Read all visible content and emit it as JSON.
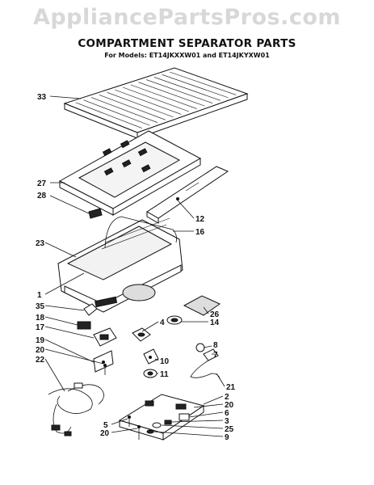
{
  "watermark": "AppliancePartsPros.com",
  "title": "COMPARTMENT SEPARATOR PARTS",
  "subtitle": "For Models: ET14JKXXW01 and ET14JKYXW01",
  "callouts": [
    {
      "id": "c33",
      "label": "33"
    },
    {
      "id": "c27",
      "label": "27"
    },
    {
      "id": "c28",
      "label": "28"
    },
    {
      "id": "c12",
      "label": "12"
    },
    {
      "id": "c16",
      "label": "16"
    },
    {
      "id": "c23",
      "label": "23"
    },
    {
      "id": "c1",
      "label": "1"
    },
    {
      "id": "c35",
      "label": "35"
    },
    {
      "id": "c18",
      "label": "18"
    },
    {
      "id": "c17",
      "label": "17"
    },
    {
      "id": "c19",
      "label": "19"
    },
    {
      "id": "c20a",
      "label": "20"
    },
    {
      "id": "c22",
      "label": "22"
    },
    {
      "id": "c4",
      "label": "4"
    },
    {
      "id": "c26",
      "label": "26"
    },
    {
      "id": "c14",
      "label": "14"
    },
    {
      "id": "c8",
      "label": "8"
    },
    {
      "id": "c7",
      "label": "7"
    },
    {
      "id": "c10",
      "label": "10"
    },
    {
      "id": "c11",
      "label": "11"
    },
    {
      "id": "c21",
      "label": "21"
    },
    {
      "id": "c2",
      "label": "2"
    },
    {
      "id": "c20b",
      "label": "20"
    },
    {
      "id": "c6",
      "label": "6"
    },
    {
      "id": "c3",
      "label": "3"
    },
    {
      "id": "c25",
      "label": "25"
    },
    {
      "id": "c9",
      "label": "9"
    },
    {
      "id": "c5",
      "label": "5"
    },
    {
      "id": "c20c",
      "label": "20"
    }
  ],
  "footer_left": "",
  "footer_right": ""
}
